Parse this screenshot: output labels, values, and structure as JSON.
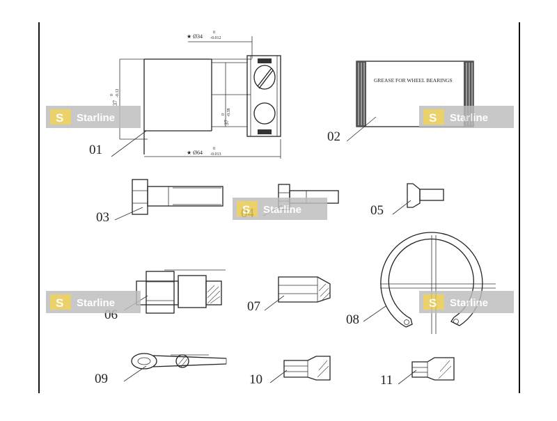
{
  "labels": {
    "p01": "01",
    "p02": "02",
    "p03": "03",
    "p04": "04",
    "p05": "05",
    "p06": "06",
    "p07": "07",
    "p08": "08",
    "p09": "09",
    "p10": "10",
    "p11": "11"
  },
  "dimensions": {
    "inner_diameter": "★ Ø34",
    "inner_diameter_tol_top": "0",
    "inner_diameter_tol_bottom": "-0.012",
    "outer_diameter": "★ Ø64",
    "outer_diameter_tol_top": "0",
    "outer_diameter_tol_bottom": "-0.013",
    "width_left": "37",
    "width_left_tol_top": "0",
    "width_left_tol_bottom": "-0.12",
    "width_right": "37",
    "width_right_tol_top": "0",
    "width_right_tol_bottom": "-0.38"
  },
  "grease_label": "GREASE FOR WHEEL BEARINGS",
  "watermark": {
    "letter": "S",
    "text": "Starline"
  }
}
